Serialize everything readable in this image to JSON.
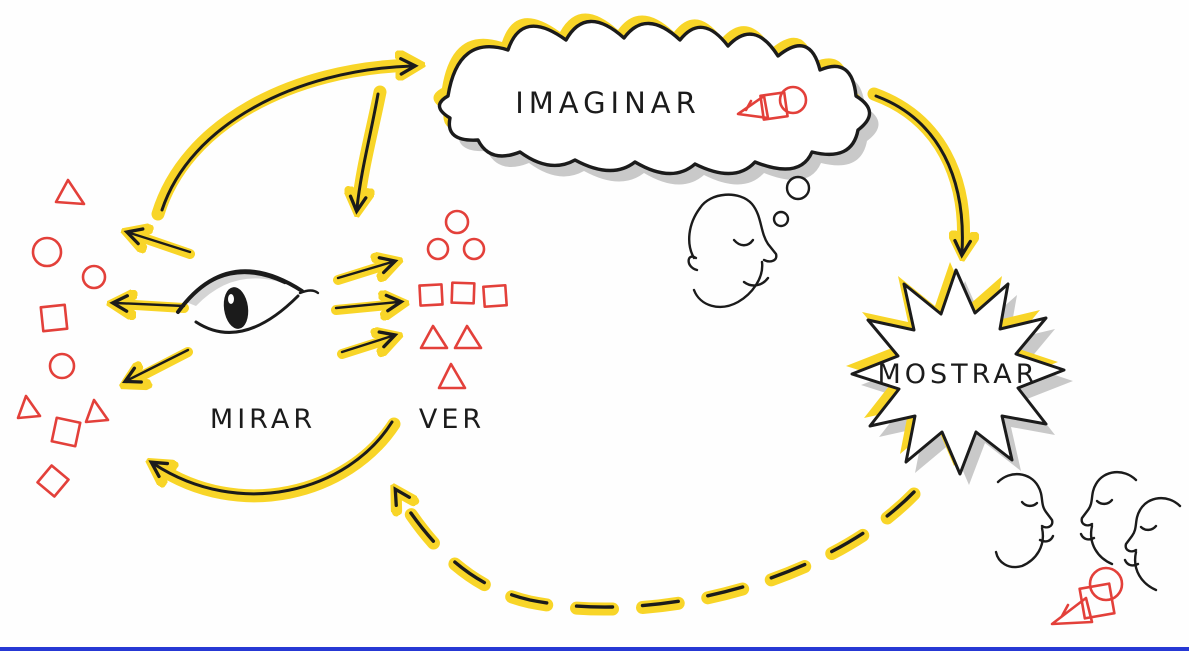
{
  "diagram": {
    "labels": {
      "mirar": "MIRAR",
      "ver": "VER",
      "imaginar": "IMAGINAR",
      "mostrar": "MOSTRAR"
    }
  },
  "colors": {
    "red": "#e3403a",
    "yellow": "#f8d528",
    "ink": "#1b1b1b",
    "shadow": "#c9c9c9",
    "edge_blue": "#2638d4"
  }
}
